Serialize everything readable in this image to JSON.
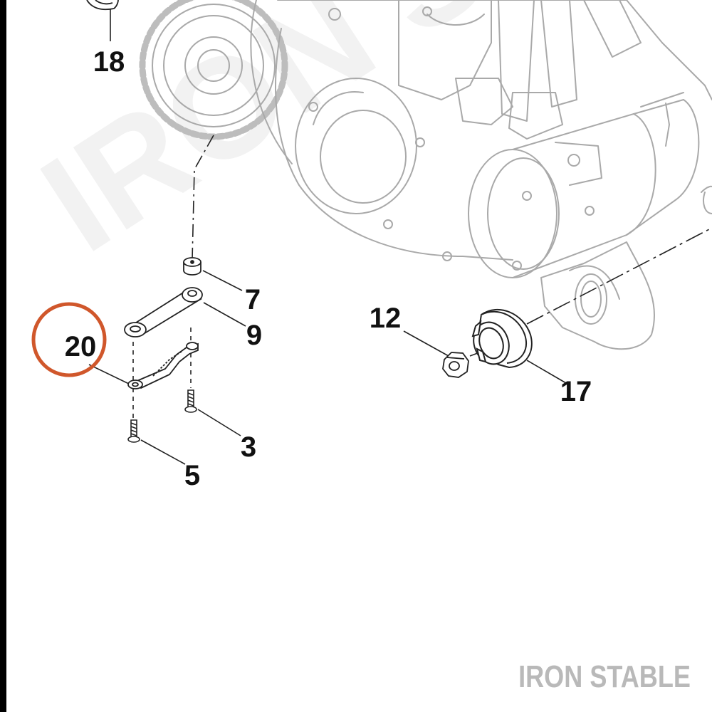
{
  "watermark": {
    "text": "IRON STABLE"
  },
  "brand": {
    "text": "IRON STABLE"
  },
  "callouts": {
    "c18": "18",
    "c7": "7",
    "c9": "9",
    "c20": "20",
    "c3": "3",
    "c5": "5",
    "c12": "12",
    "c17": "17"
  },
  "colors": {
    "highlight_circle": "#d0572b",
    "engine_lines": "#a9a9a9",
    "part_lines": "#222222",
    "left_bar": "#000000"
  }
}
